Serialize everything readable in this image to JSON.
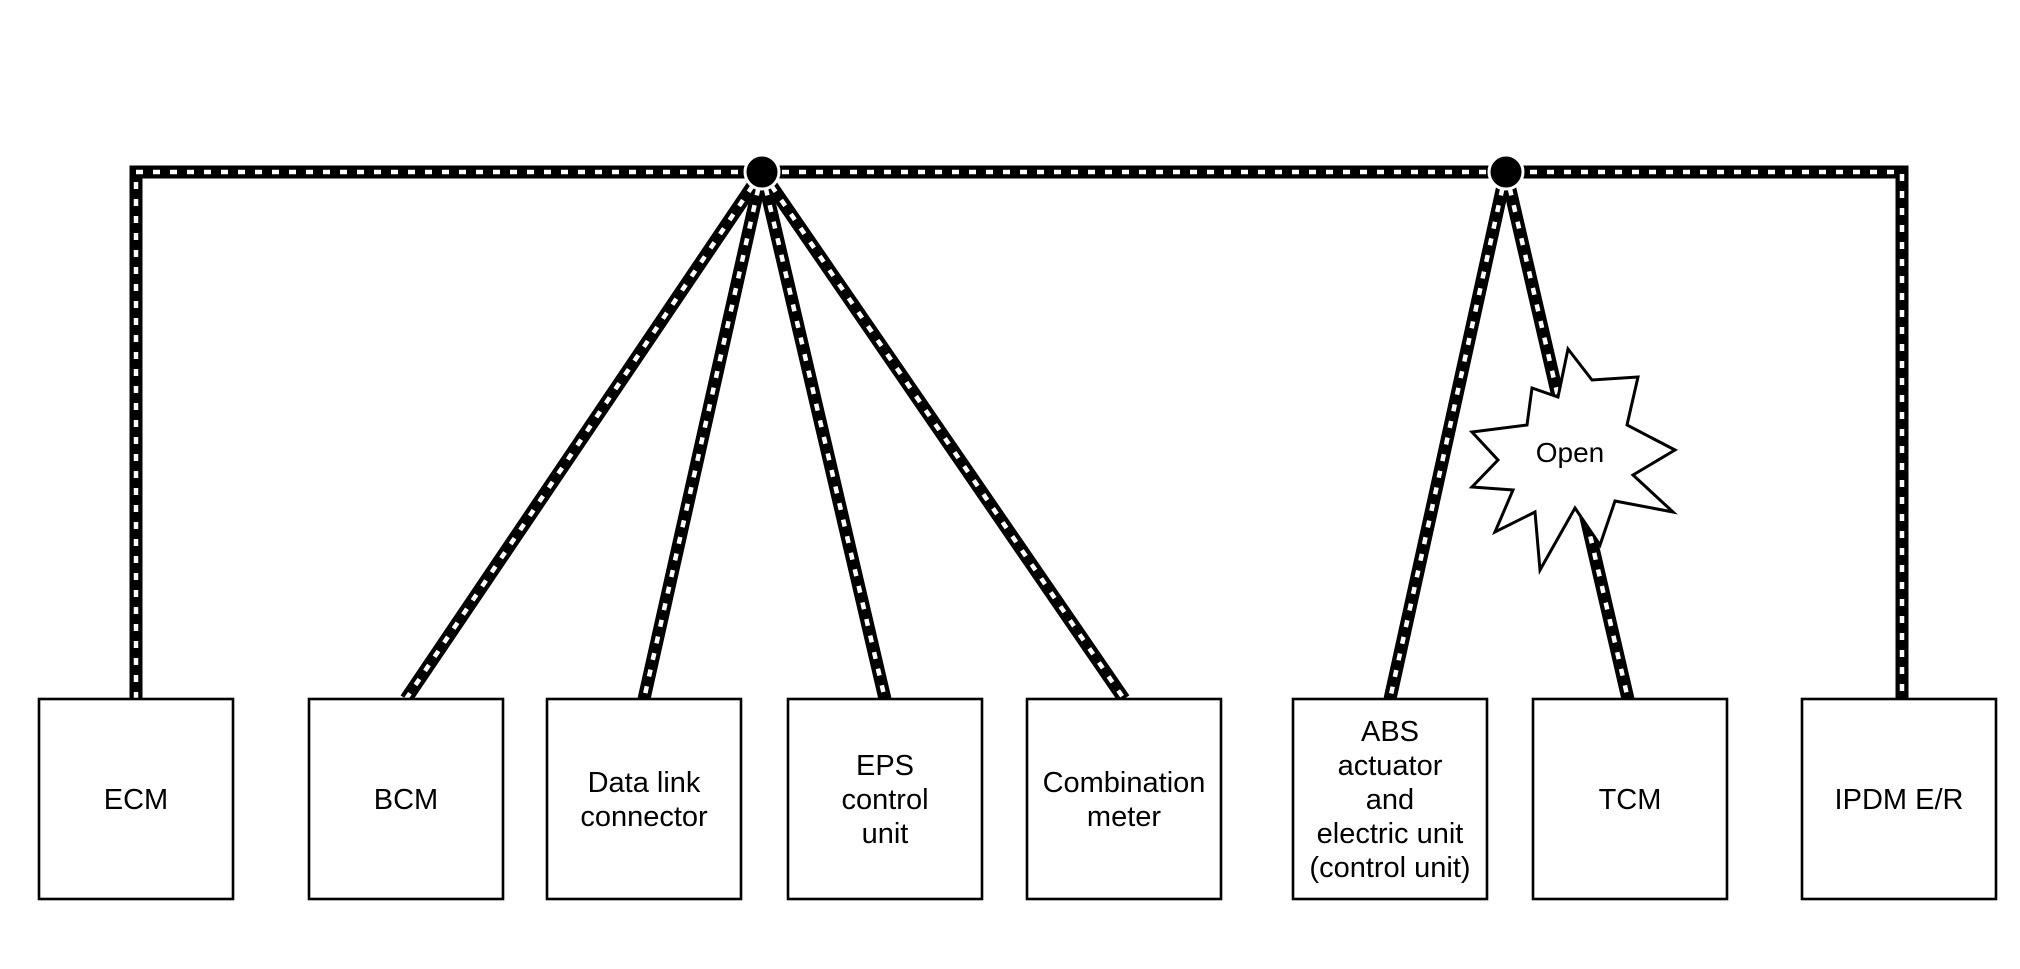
{
  "units": {
    "ecm": [
      "ECM"
    ],
    "bcm": [
      "BCM"
    ],
    "dlc": [
      "Data link",
      "connector"
    ],
    "eps": [
      "EPS",
      "control",
      "unit"
    ],
    "combination_meter": [
      "Combination",
      "meter"
    ],
    "abs": [
      "ABS",
      "actuator",
      "and",
      "electric unit",
      "(control unit)"
    ],
    "tcm": [
      "TCM"
    ],
    "ipdm": [
      "IPDM E/R"
    ]
  },
  "fault": {
    "label": "Open"
  }
}
